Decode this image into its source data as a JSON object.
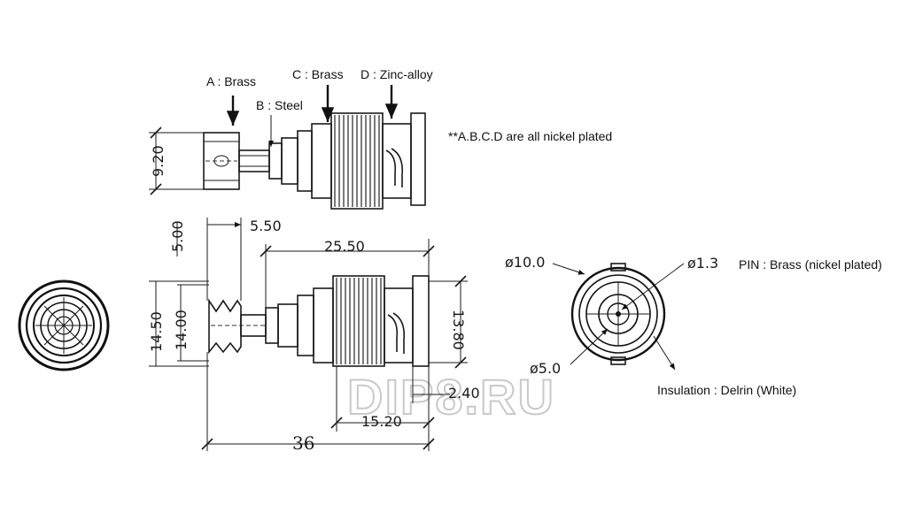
{
  "materials": {
    "a": "A : Brass",
    "b": "B : Steel",
    "c": "C : Brass",
    "d": "D : Zinc-alloy",
    "note": "**A.B.C.D are all nickel plated",
    "pin": "PIN : Brass (nickel plated)",
    "insulation": "Insulation : Delrin (White)"
  },
  "dimensions": {
    "d920": "9.20",
    "d500": "5.00",
    "d550": "5.50",
    "d2550": "25.50",
    "d1450": "14.50",
    "d1400": "14.00",
    "d1380": "13.80",
    "d240": "2.40",
    "d1520": "15.20",
    "d36": "36",
    "dia100": "ø10.0",
    "dia13": "ø1.3",
    "dia50": "ø5.0"
  },
  "watermark": "DIP8.RU"
}
